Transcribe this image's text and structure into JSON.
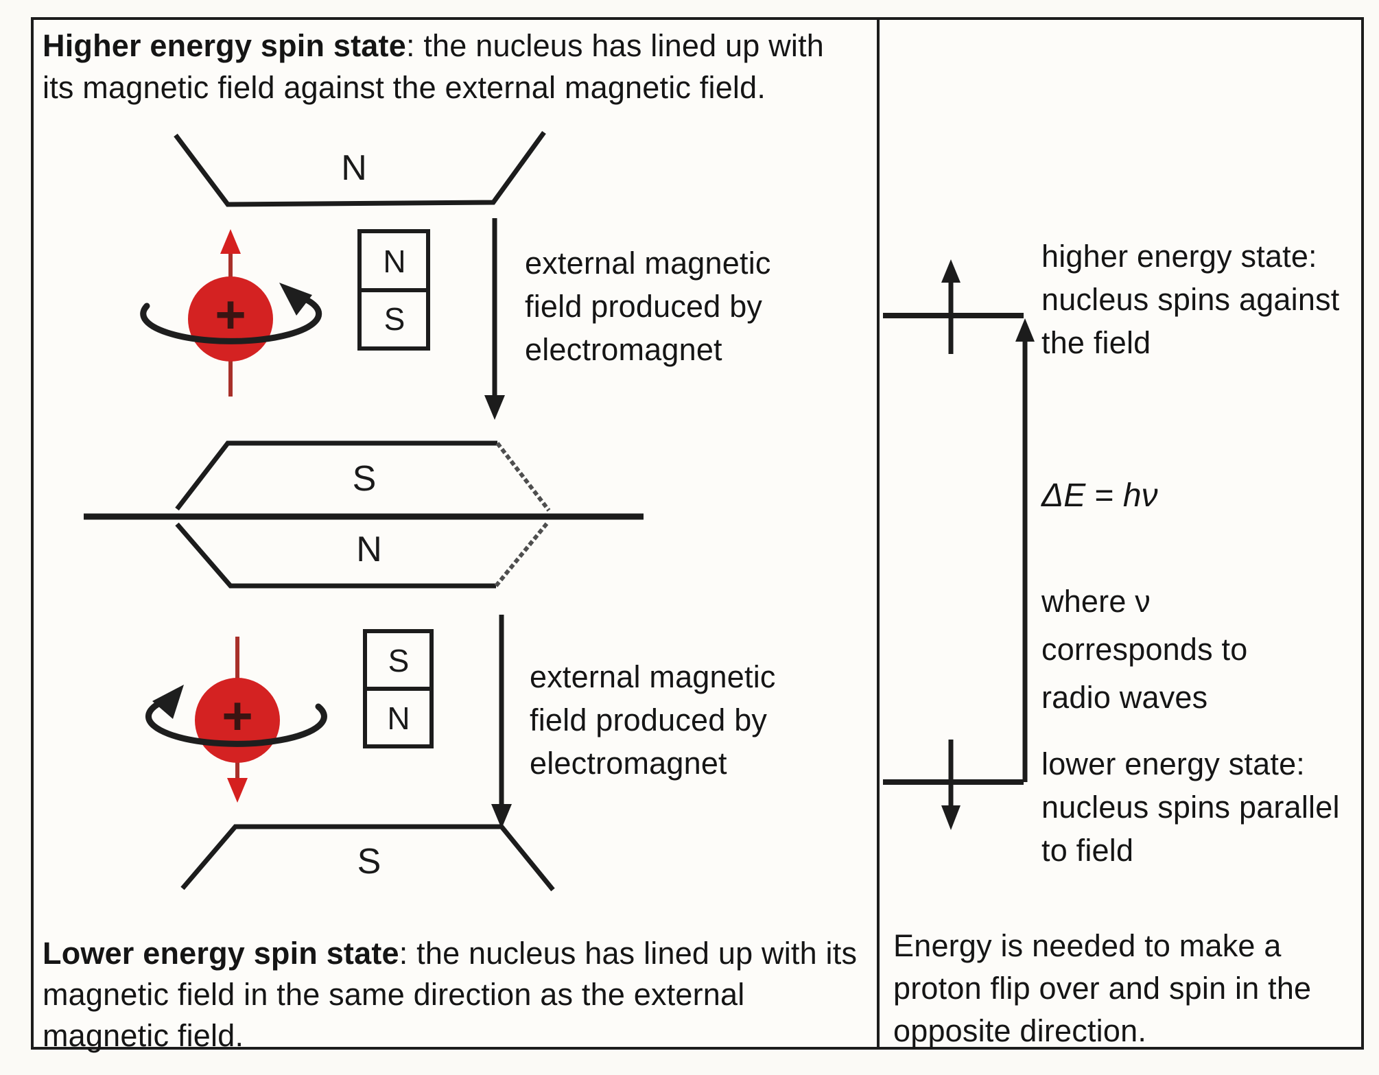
{
  "left_panel": {
    "header": {
      "bold": "Higher energy spin state",
      "rest": ": the nucleus has lined up with its magnetic field against the external magnetic field."
    },
    "footer": {
      "bold": "Lower energy spin state",
      "rest": ": the nucleus has lined up with its magnetic field in the same direction as the external magnetic field."
    },
    "top_pole_label": "N",
    "middle_upper_pole_label": "S",
    "middle_lower_pole_label": "N",
    "bottom_pole_label": "S",
    "bar_magnet_top": {
      "top": "N",
      "bottom": "S"
    },
    "bar_magnet_bottom": {
      "top": "S",
      "bottom": "N"
    },
    "nucleus_top_charge": "+",
    "nucleus_bottom_charge": "+",
    "field_label_top": {
      "line1": "external magnetic",
      "line2": "field produced by",
      "line3": "electromagnet"
    },
    "field_label_bottom": {
      "line1": "external magnetic",
      "line2": "field produced by",
      "line3": "electromagnet"
    }
  },
  "right_panel": {
    "higher_state": {
      "line1": "higher energy state:",
      "line2": "nucleus spins against",
      "line3": "the field"
    },
    "equation": {
      "lhs": "ΔE",
      "eq": " = ",
      "rhs": "hν"
    },
    "where_note": {
      "line1": "where ν",
      "line2": "corresponds to",
      "line3": "radio waves"
    },
    "lower_state": {
      "line1": "lower energy state:",
      "line2": "nucleus spins parallel",
      "line3": "to field"
    },
    "footer": {
      "line1": "Energy is needed to make a",
      "line2": "proton flip over and spin in the",
      "line3": "opposite direction."
    }
  },
  "colors": {
    "ink": "#1c1c1c",
    "nucleus_red": "#d42222",
    "spin_axis_red": "#a8302a",
    "arrowhead_red": "#d5201f",
    "background": "#fdfcf9"
  }
}
